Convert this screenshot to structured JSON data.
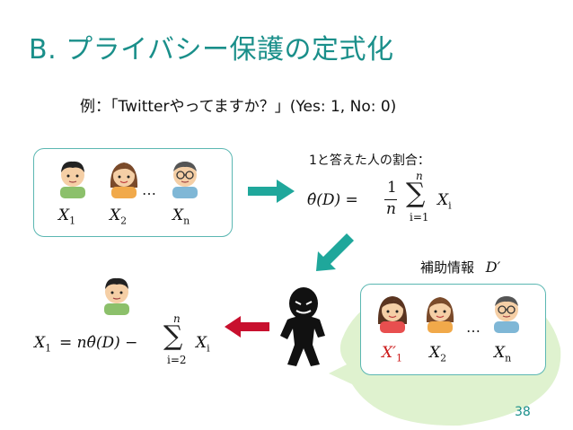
{
  "slide": {
    "title": "B. プライバシー保護の定式化",
    "question": "例：「Twitterやってますか？」(Yes: 1, No: 0)",
    "page_number": "38"
  },
  "left_panel": {
    "labels": {
      "x1": "X",
      "x1_sub": "1",
      "x2": "X",
      "x2_sub": "2",
      "xn": "X",
      "xn_sub": "n"
    },
    "ellipsis": "…"
  },
  "estimator": {
    "caption": "1と答えた人の割合：",
    "lhs": "θ̂(D) =",
    "frac_num": "1",
    "frac_den": "n",
    "sum_top": "n",
    "sum_bottom": "i=1",
    "summand": "X",
    "summand_sub": "i"
  },
  "aux_panel": {
    "caption": "補助情報",
    "caption_symbol": "D′",
    "labels": {
      "x1": "X",
      "x1_sub": "1",
      "x1_prime": "′",
      "x2": "X",
      "x2_sub": "2",
      "xn": "X",
      "xn_sub": "n"
    },
    "ellipsis": "…"
  },
  "attack": {
    "lhs": "X",
    "lhs_sub": "1",
    "eq": "= nθ̂(D) −",
    "sum_top": "n",
    "sum_bottom": "i=2",
    "summand": "X",
    "summand_sub": "i"
  },
  "colors": {
    "accent": "#1a8f8a",
    "arrow_teal": "#1fa79b",
    "arrow_red": "#c8102e",
    "label_red": "#cc1b1b",
    "aux_bg": "#dff2cf"
  },
  "icons": [
    "person-male-icon",
    "person-female-icon",
    "person-glasses-icon",
    "attacker-icon",
    "arrow-right-icon",
    "arrow-down-left-icon",
    "arrow-left-icon"
  ]
}
